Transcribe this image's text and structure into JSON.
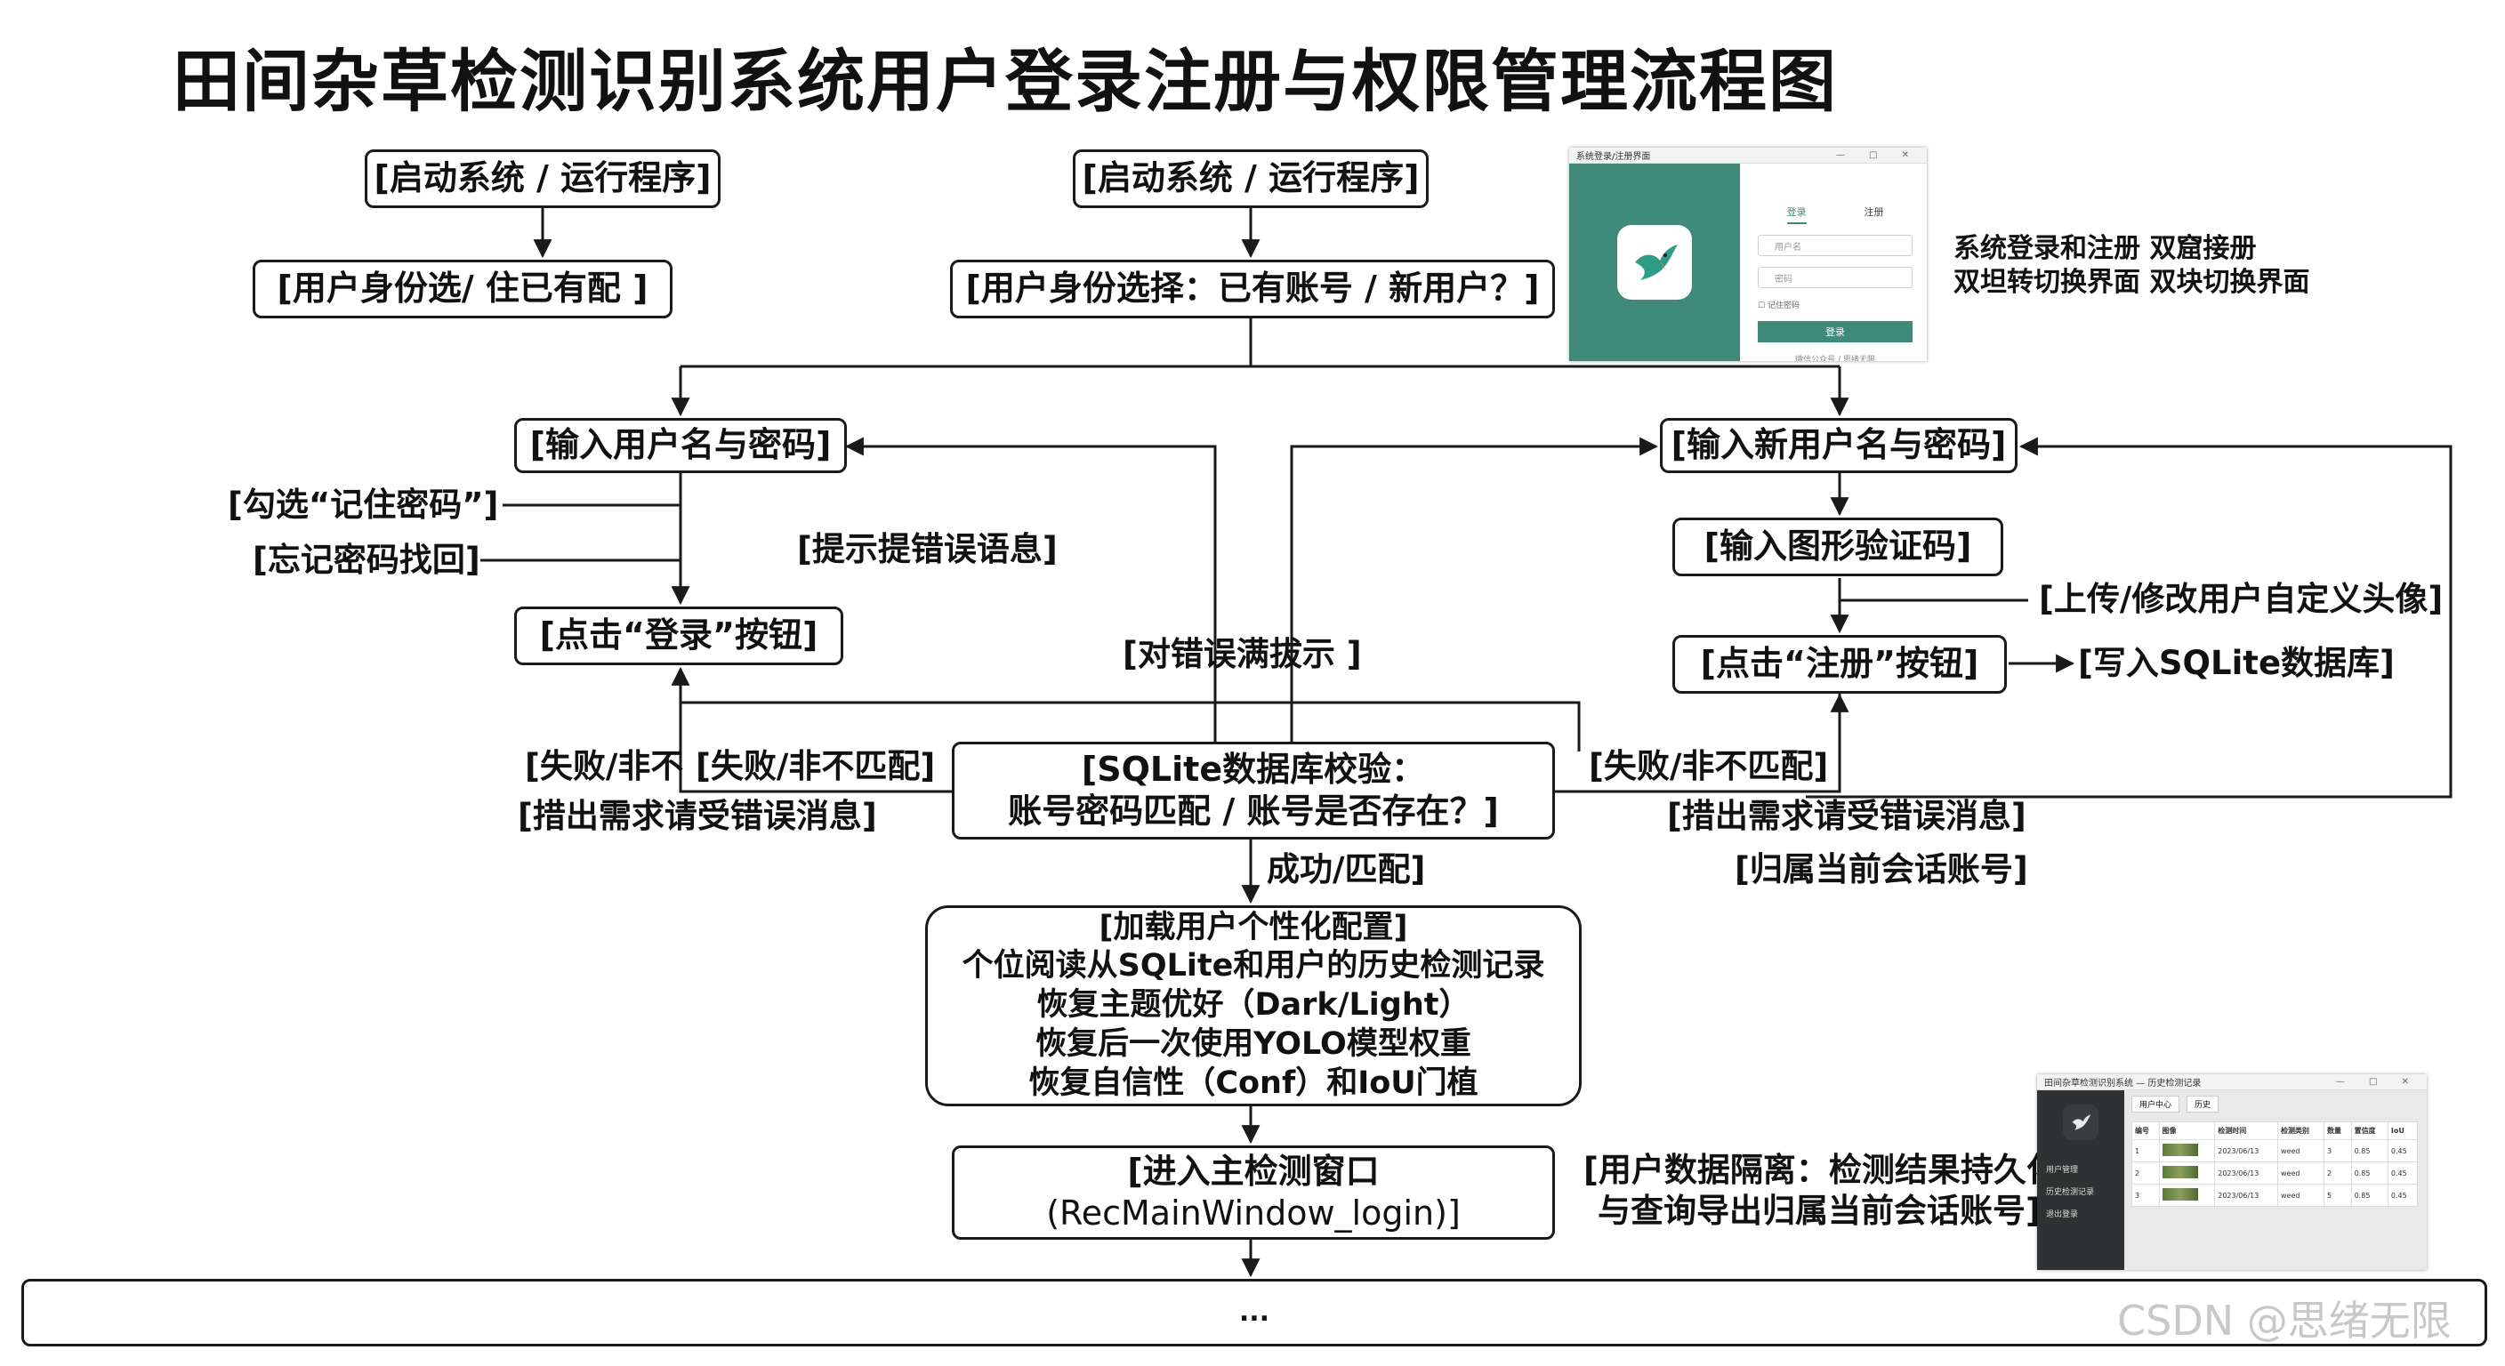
{
  "title": "田间杂草检测识别系统用户登录注册与权限管理流程图",
  "left_flow": {
    "start": "[启动系统 / 运行程序]",
    "identity": "[用户身份选/ 住已有配 ]"
  },
  "center_flow": {
    "start": "[启动系统 / 运行程序]",
    "identity": "[用户身份选择：已有账号 / 新用户？]"
  },
  "login_branch": {
    "input": "[输入用户名与密码]",
    "remember": "[勾选“记住密码”]",
    "forgot": "[忘记密码找回]",
    "click": "[点击“登录”按钮]",
    "error_hint": "[提示提错误语息]",
    "fail_left": "[失败/非不",
    "fail_left2": "[失败/非不匹配]",
    "fail_msg_left": "[措出需求请受错误消息]"
  },
  "middle_note": "[对错误满拔示 ]",
  "register_branch": {
    "input": "[输入新用户名与密码]",
    "captcha": "[输入图形验证码]",
    "avatar": "[上传/修改用户自定义头像]",
    "click": "[点击“注册”按钮]",
    "write_db": "[写入SQLite数据库]",
    "fail": "[失败/非不匹配]",
    "fail_msg": "[措出需求请受错误消息]",
    "belong": "[归属当前会话账号]"
  },
  "verify": {
    "line1": "[SQLite数据库校验：",
    "line2": "账号密码匹配 / 账号是否存在？]"
  },
  "success_label": "成功/匹配]",
  "load_config": {
    "line1": "[加载用户个性化配置]",
    "line2": "个位阅读从SQLite和用户的历史检测记录",
    "line3": "恢复主题优好（Dark/Light）",
    "line4": "恢复后一次使用YOLO模型权重",
    "line5": "恢复自信性（Conf）和IoU门植"
  },
  "main_window": {
    "line1": "[进入主检测窗口",
    "line2": "(RecMainWindow_login)]"
  },
  "isolation": {
    "line1": "[用户数据隔离：检测结果持久化",
    "line2": "与查询导出归属当前会话账号]"
  },
  "bottom_ellipsis": "...",
  "login_screenshot_caption": {
    "line1": "系统登录和注册  双窟接册",
    "line2": "双坦转切换界面  双块切换界面"
  },
  "login_screenshot": {
    "window_title": "系统登录/注册界面",
    "window_controls": "— □ ✕",
    "tab_login": "登录",
    "tab_register": "注册",
    "username_placeholder": "用户名",
    "password_placeholder": "密码",
    "remember": "记住密码",
    "login_button": "登录",
    "footer": "微信公众号 / 思绪无限"
  },
  "main_screenshot": {
    "window_title": "田间杂草检测识别系统 — 历史检测记录",
    "window_controls": "— □ ✕",
    "tab1": "用户中心",
    "tab2": "历史",
    "side_items": [
      "用户管理",
      "历史检测记录",
      "退出登录"
    ],
    "table_headers": [
      "编号",
      "图像",
      "检测时间",
      "检测类别",
      "数量",
      "置信度",
      "IoU"
    ],
    "rows": [
      [
        "1",
        "",
        "2023/06/13",
        "weed",
        "3",
        "0.85",
        "0.45"
      ],
      [
        "2",
        "",
        "2023/06/13",
        "weed",
        "2",
        "0.85",
        "0.45"
      ],
      [
        "3",
        "",
        "2023/06/13",
        "weed",
        "5",
        "0.85",
        "0.45"
      ]
    ]
  },
  "watermark": "CSDN @思绪无限",
  "colors": {
    "line": "#1a1a1a",
    "login_green": "#3f8a78",
    "dark_sidebar": "#2f3132"
  }
}
